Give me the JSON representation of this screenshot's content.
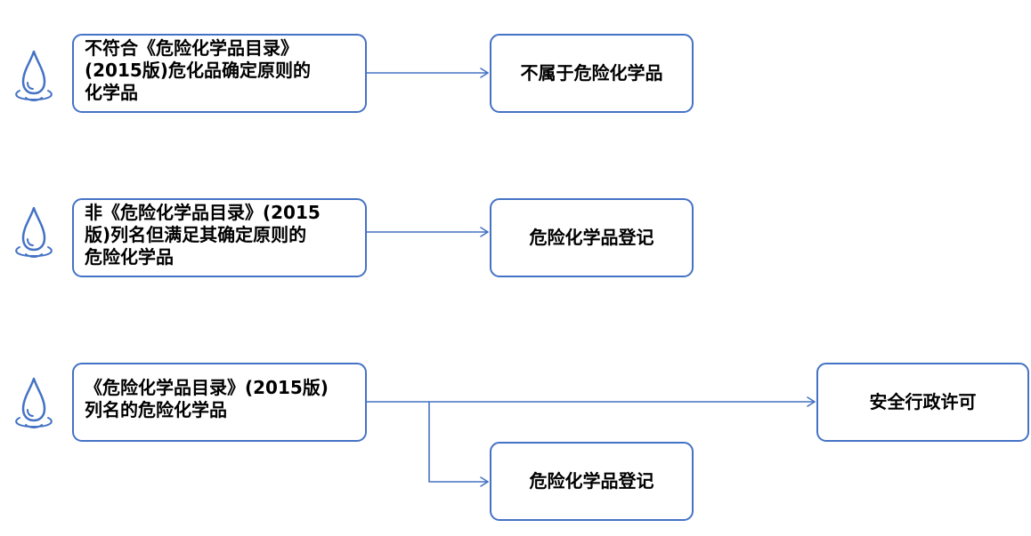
{
  "colors": {
    "accent": "#4472c4",
    "background": "#ffffff",
    "text": "#000000"
  },
  "rows": [
    {
      "icon": "water-drop-icon",
      "source": "不符合《危险化学品目录》\n(2015版)危化品确定原则的\n化学品",
      "targets": [
        "不属于危险化学品"
      ]
    },
    {
      "icon": "water-drop-icon",
      "source": "非《危险化学品目录》(2015\n版)列名但满足其确定原则的\n危险化学品",
      "targets": [
        "危险化学品登记"
      ]
    },
    {
      "icon": "water-drop-icon",
      "source": "《危险化学品目录》(2015版)\n列名的危险化学品",
      "targets": [
        "安全行政许可",
        "危险化学品登记"
      ]
    }
  ]
}
